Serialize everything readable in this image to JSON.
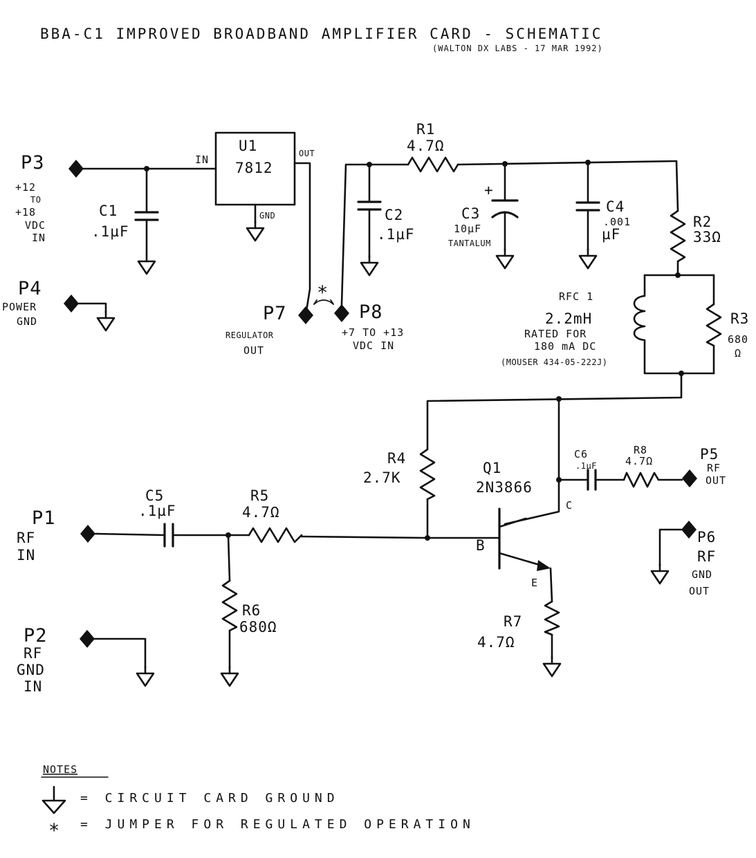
{
  "header": {
    "title": "BBA-C1 IMPROVED BROADBAND AMPLIFIER CARD - SCHEMATIC",
    "subtitle": "(WALTON DX LABS - 17 MAR 1992)"
  },
  "ports": {
    "p3": {
      "name": "P3",
      "desc": [
        "+12",
        "TO",
        "+18",
        "VDC",
        "IN"
      ]
    },
    "p4": {
      "name": "P4",
      "desc": [
        "POWER",
        "GND"
      ]
    },
    "p7": {
      "name": "P7",
      "desc": [
        "REGULATOR",
        "OUT"
      ]
    },
    "p8": {
      "name": "P8",
      "desc": [
        "+7 TO +13",
        "VDC IN"
      ]
    },
    "p1": {
      "name": "P1",
      "desc": [
        "RF",
        "IN"
      ]
    },
    "p2": {
      "name": "P2",
      "desc": [
        "RF",
        "GND",
        "IN"
      ]
    },
    "p5": {
      "name": "P5",
      "desc": [
        "RF",
        "OUT"
      ]
    },
    "p6": {
      "name": "P6",
      "desc": [
        "RF",
        "GND",
        "OUT"
      ]
    }
  },
  "regulator": {
    "ref": "U1",
    "part": "7812",
    "pin_in": "IN",
    "pin_out": "OUT",
    "pin_gnd": "GND"
  },
  "jumper_mark": "*",
  "components": {
    "c1": {
      "ref": "C1",
      "value": ".1µF"
    },
    "c2": {
      "ref": "C2",
      "value": ".1µF"
    },
    "c3": {
      "ref": "C3",
      "value": "10µF",
      "note": "TANTALUM",
      "polarity": "+"
    },
    "c4": {
      "ref": "C4",
      "value_line1": ".001",
      "value_line2": "µF"
    },
    "c5": {
      "ref": "C5",
      "value": ".1µF"
    },
    "c6": {
      "ref": "C6",
      "value": ".1µF"
    },
    "r1": {
      "ref": "R1",
      "value": "4.7Ω"
    },
    "r2": {
      "ref": "R2",
      "value": "33Ω"
    },
    "r3": {
      "ref": "R3",
      "value_line1": "680",
      "value_line2": "Ω"
    },
    "r4": {
      "ref": "R4",
      "value": "2.7K"
    },
    "r5": {
      "ref": "R5",
      "value": "4.7Ω"
    },
    "r6": {
      "ref": "R6",
      "value": "680Ω"
    },
    "r7": {
      "ref": "R7",
      "value": "4.7Ω"
    },
    "r8": {
      "ref": "R8",
      "value": "4.7Ω"
    },
    "rfc1": {
      "ref": "RFC 1",
      "value": "2.2mH",
      "notes": [
        "RATED FOR",
        "180 mA DC",
        "(MOUSER 434-05-222J)"
      ]
    },
    "q1": {
      "ref": "Q1",
      "part": "2N3866",
      "pin_b": "B",
      "pin_c": "C",
      "pin_e": "E"
    }
  },
  "notes": {
    "heading": "NOTES",
    "items": [
      {
        "symbol": "ground-symbol",
        "text": "= CIRCUIT CARD GROUND"
      },
      {
        "symbol": "*",
        "text": "= JUMPER FOR REGULATED OPERATION"
      }
    ]
  }
}
